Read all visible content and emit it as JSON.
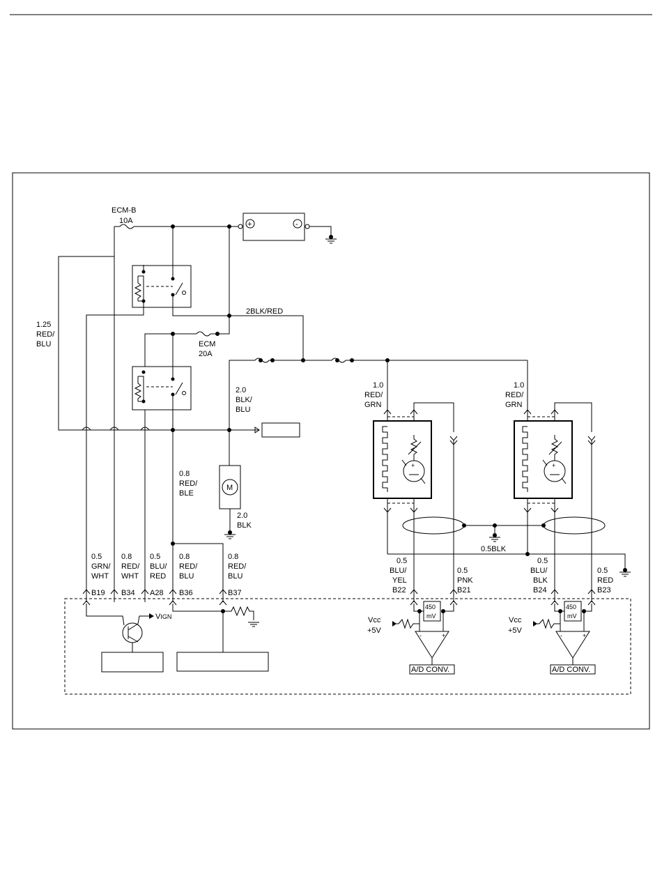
{
  "fuse_ecm_b": {
    "name": "ECM-B",
    "rating": "10A"
  },
  "fuse_ecm": {
    "name": "ECM",
    "rating": "20A"
  },
  "battery": {
    "plus": "+",
    "minus": "-"
  },
  "wires": {
    "main_feed": "2BLK/RED",
    "left_feed": [
      "1.25",
      "RED/",
      "BLU"
    ],
    "fan_feed": [
      "2.0",
      "BLK/",
      "BLU"
    ],
    "fan_ground": [
      "2.0",
      "BLK"
    ],
    "relay_out": [
      "0.8",
      "RED/",
      "BLE"
    ],
    "sensor1_feed": [
      "1.0",
      "RED/",
      "GRN"
    ],
    "sensor2_feed": [
      "1.0",
      "RED/",
      "GRN"
    ],
    "shield_ground": "0.5BLK"
  },
  "motor_symbol": "M",
  "connectors": [
    {
      "wire": [
        "0.5",
        "GRN/",
        "WHT"
      ],
      "pin": "B19"
    },
    {
      "wire": [
        "0.8",
        "RED/",
        "WHT"
      ],
      "pin": "B34"
    },
    {
      "wire": [
        "0.5",
        "BLU/",
        "RED"
      ],
      "pin": "A28"
    },
    {
      "wire": [
        "0.8",
        "RED/",
        "BLU"
      ],
      "pin": "B36"
    },
    {
      "wire": [
        "0.8",
        "RED/",
        "BLU"
      ],
      "pin": "B37"
    }
  ],
  "sensor_connectors": [
    {
      "wire": [
        "0.5",
        "BLU/",
        "YEL"
      ],
      "pin": "B22"
    },
    {
      "wire": [
        "0.5",
        "PNK"
      ],
      "pin": "B21"
    },
    {
      "wire": [
        "0.5",
        "BLU/",
        "BLK"
      ],
      "pin": "B24"
    },
    {
      "wire": [
        "0.5",
        "RED"
      ],
      "pin": "B23"
    }
  ],
  "ecm_internal": {
    "vign_main": "V",
    "vign_sub": "IGN",
    "vcc_1": [
      "Vcc",
      "+5V"
    ],
    "vcc_2": [
      "Vcc",
      "+5V"
    ],
    "ref_1": [
      "450",
      "mV"
    ],
    "ref_2": [
      "450",
      "mV"
    ],
    "adc_1": "A/D CONV.",
    "adc_2": "A/D CONV."
  }
}
